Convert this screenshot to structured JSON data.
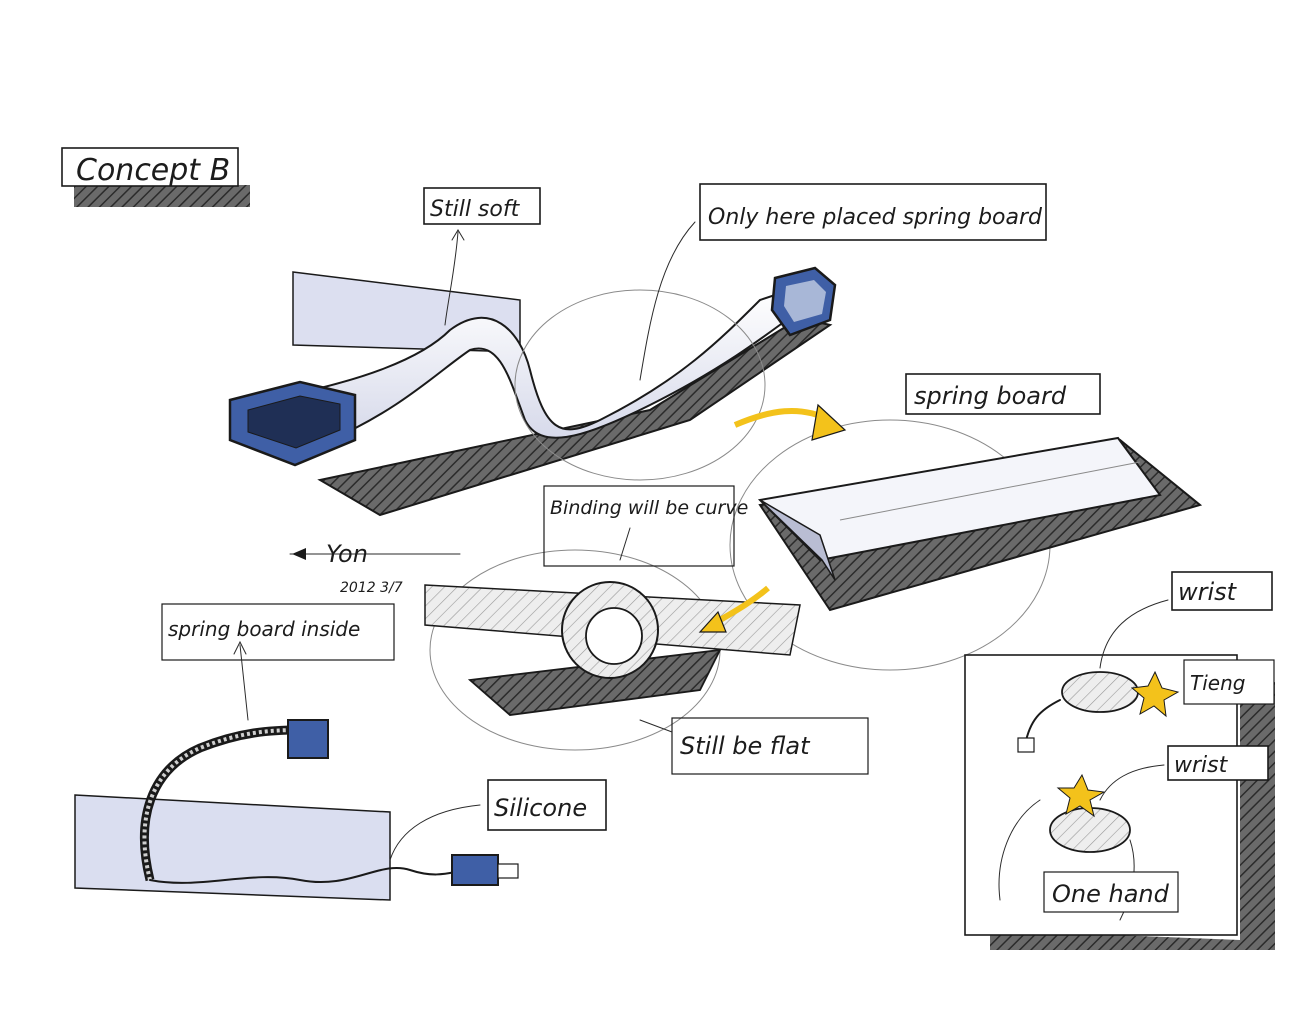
{
  "title": "Concept B",
  "labels": {
    "still_soft": "Still soft",
    "only_here": "Only here placed spring board",
    "spring_board": "spring board",
    "binding": "Binding will be curve",
    "signature_top": "Yon",
    "spring_board_inside": "spring board inside",
    "still_be_flat": "Still be flat",
    "silicone": "Silicone",
    "wrist_top": "wrist",
    "tieng": "Tieng",
    "wrist_bottom": "wrist",
    "one_hand": "One hand"
  },
  "signature": {
    "name": "Yon",
    "date": "2012 3/7"
  },
  "colors": {
    "ink": "#1a1a1a",
    "marker_blue": "#3f5fa6",
    "marker_lavender": "#d9dcef",
    "shadow_grey": "#555555",
    "highlight_yellow": "#f3c21b"
  }
}
